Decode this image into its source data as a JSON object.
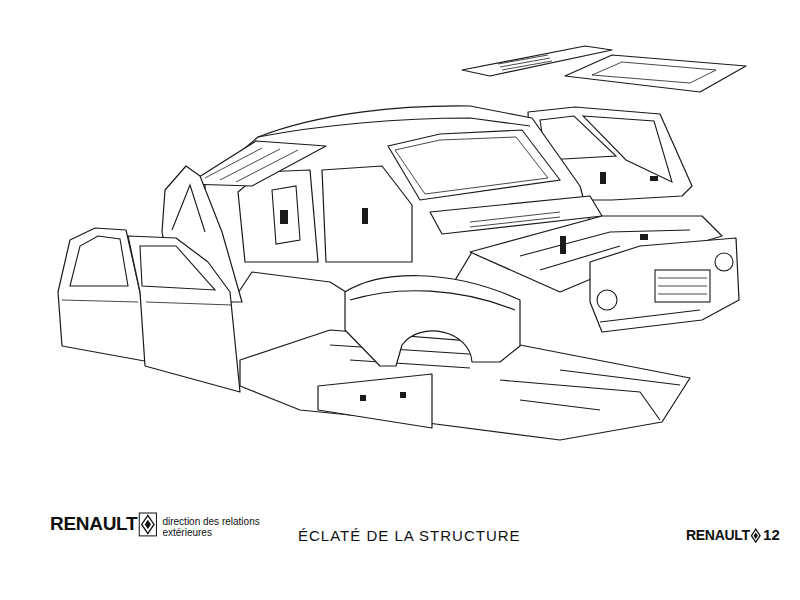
{
  "diagram": {
    "title": "ÉCLATÉ DE LA STRUCTURE",
    "labels": [
      "RENAULT",
      "direction des relations extérieures",
      "RENAULT",
      "12"
    ]
  }
}
